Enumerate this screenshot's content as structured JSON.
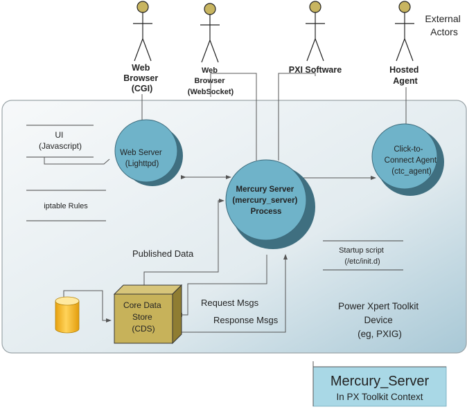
{
  "actors": {
    "web_browser_cgi": [
      "Web",
      "Browser",
      "(CGI)"
    ],
    "web_browser_ws": [
      "Web",
      "Browser",
      "(WebSocket)"
    ],
    "pxi_software": [
      "PXI Software"
    ],
    "hosted_agent": [
      "Hosted",
      "Agent"
    ],
    "external_actors": [
      "External",
      "Actors"
    ]
  },
  "datastores": {
    "ui": [
      "UI",
      "(Javascript)"
    ],
    "iptable": [
      "iptable Rules"
    ],
    "startup": [
      "Startup script",
      "(/etc/init.d)"
    ]
  },
  "processes": {
    "web_server": [
      "Web Server",
      "(Lighttpd)"
    ],
    "mercury": [
      "Mercury Server",
      "(mercury_server)",
      "Process"
    ],
    "ctc": [
      "Click-to-",
      "Connect Agent",
      "(ctc_agent)"
    ]
  },
  "cds": [
    "Core Data",
    "Store",
    "(CDS)"
  ],
  "flows": {
    "published": "Published Data",
    "request": "Request Msgs",
    "response": "Response Msgs"
  },
  "device": [
    "Power Xpert Toolkit",
    "Device",
    "(eg, PXIG)"
  ],
  "title_box": {
    "title": "Mercury_Server",
    "subtitle": "In PX Toolkit Context"
  },
  "colors": {
    "process_fill": "#6fb3c9",
    "process_shadow": "#3f6f80",
    "cds_fill": "#c7b25a",
    "title_fill": "#a9d8e6",
    "database_fill": "#f3b71e"
  }
}
